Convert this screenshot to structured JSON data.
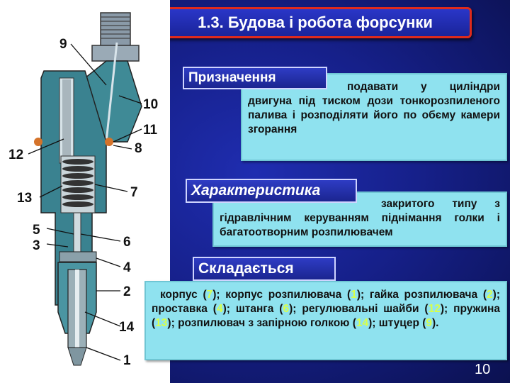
{
  "slide": {
    "title": "1.3. Будова і робота форсунки",
    "page_number": "10"
  },
  "diagram": {
    "callouts": [
      "9",
      "10",
      "11",
      "12",
      "8",
      "13",
      "7",
      "5",
      "3",
      "6",
      "4",
      "2",
      "14",
      "1"
    ]
  },
  "sections": {
    "purpose": {
      "label": "Призначення",
      "text": "подавати у циліндри двигуна під тиском дози тонкорозпиленого палива і розподіляти його по обєму камери згорання"
    },
    "characteristic": {
      "label": "Характеристика",
      "text": "закритого типу з гідравлічним керуванням піднімання голки і багатоотворним розпилювачем"
    },
    "composition": {
      "label": "Складається",
      "items": [
        {
          "name": "корпус",
          "num": "7"
        },
        {
          "name": "корпус розпилювача",
          "num": "1"
        },
        {
          "name": "гайка розпилювача",
          "num": "2"
        },
        {
          "name": "проставка",
          "num": "4"
        },
        {
          "name": "штанга",
          "num": "6"
        },
        {
          "name": "регулювальні шайби",
          "num": "12"
        },
        {
          "name": "пружина",
          "num": "13"
        },
        {
          "name": "розпилювач з запірною голкою",
          "num": "14"
        },
        {
          "name": "штуцер",
          "num": "9"
        }
      ]
    }
  },
  "colors": {
    "background": "#16208a",
    "title_border": "#e02a1c",
    "panel": "#8fe2ef",
    "part_number_highlight": "#d8ff4a"
  }
}
